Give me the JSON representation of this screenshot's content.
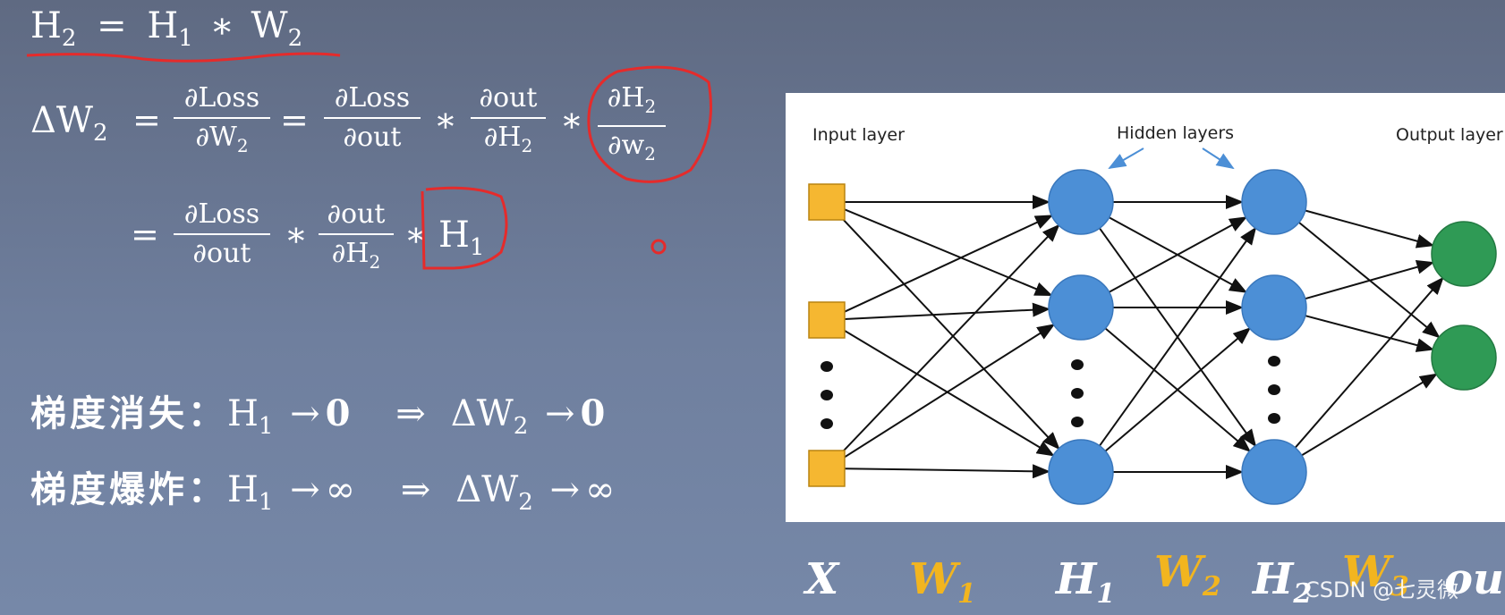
{
  "equations": {
    "eq1": {
      "lhs_var": "H",
      "lhs_sub": "2",
      "eq": "=",
      "a_var": "H",
      "a_sub": "1",
      "mul": "∗",
      "b_var": "W",
      "b_sub": "2"
    },
    "eq2": {
      "lhs": "ΔW",
      "lhs_sub": "2",
      "f1_num": "∂Loss",
      "f1_den_var": "∂W",
      "f1_den_sub": "2",
      "f2_num": "∂Loss",
      "f2_den": "∂out",
      "f3_num": "∂out",
      "f3_den_var": "∂H",
      "f3_den_sub": "2",
      "f4_num_var": "∂H",
      "f4_num_sub": "2",
      "f4_den_var": "∂w",
      "f4_den_sub": "2",
      "eq": "=",
      "mul": "∗"
    },
    "eq3": {
      "eq": "=",
      "f1_num": "∂Loss",
      "f1_den": "∂out",
      "f2_num": "∂out",
      "f2_den_var": "∂H",
      "f2_den_sub": "2",
      "mul": "∗",
      "last_var": "H",
      "last_sub": "1"
    }
  },
  "gradient_lines": [
    {
      "label": "梯度消失：",
      "h_var": "H",
      "h_sub": "1",
      "arrow": "→",
      "h_limit": "0",
      "implies": "⇒",
      "dw_var": "ΔW",
      "dw_sub": "2",
      "dw_arrow": "→",
      "dw_limit": "0"
    },
    {
      "label": "梯度爆炸：",
      "h_var": "H",
      "h_sub": "1",
      "arrow": "→",
      "h_limit": "∞",
      "implies": "⇒",
      "dw_var": "ΔW",
      "dw_sub": "2",
      "dw_arrow": "→",
      "dw_limit": "∞"
    }
  ],
  "diagram": {
    "input_label": "Input layer",
    "hidden_label": "Hidden layers",
    "output_label": "Output layer"
  },
  "bottom_labels": {
    "x": "X",
    "w1_var": "W",
    "w1_sub": "1",
    "h1_var": "H",
    "h1_sub": "1",
    "w2_var": "W",
    "w2_sub": "2",
    "h2_var": "H",
    "h2_sub": "2",
    "w3_var": "W",
    "w3_sub": "3",
    "out": "ou"
  },
  "watermark": "CSDN @七灵微",
  "colors": {
    "annotation": "#e52b2b",
    "input_node": "#f5b731",
    "hidden_node": "#4c8fd6",
    "output_node": "#2f9a55",
    "weight_label": "#f2b51f"
  }
}
